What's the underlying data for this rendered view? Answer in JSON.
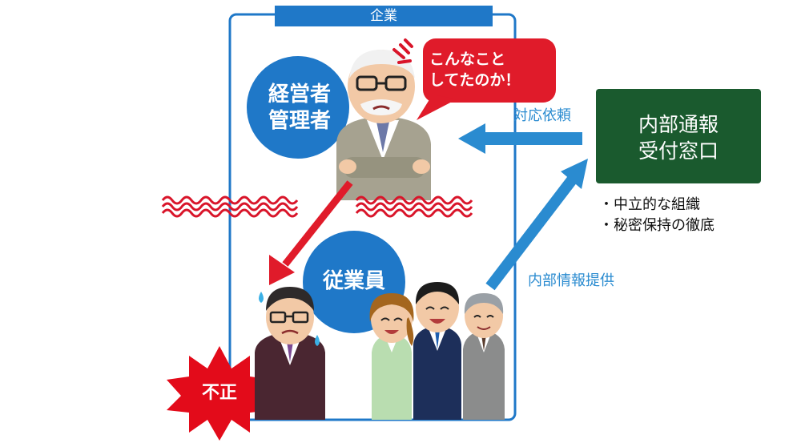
{
  "company": {
    "label": "企業"
  },
  "management": {
    "label": "経営者\n管理者",
    "speech": "こんなこと\nしてたのか！"
  },
  "employees": {
    "label": "従業員"
  },
  "fraud": {
    "label": "不正"
  },
  "arrows": {
    "request": "対応依頼",
    "report": "内部情報提供"
  },
  "desk": {
    "title": "内部通報\n受付窓口",
    "features": [
      "・中立的な組織",
      "・秘密保持の徹底"
    ]
  },
  "colors": {
    "blue": "#1f78c8",
    "arrow_blue": "#2a8bd0",
    "red": "#d9152a",
    "desk_green": "#1a5a2e",
    "circle_blue": "#1f78c8"
  }
}
